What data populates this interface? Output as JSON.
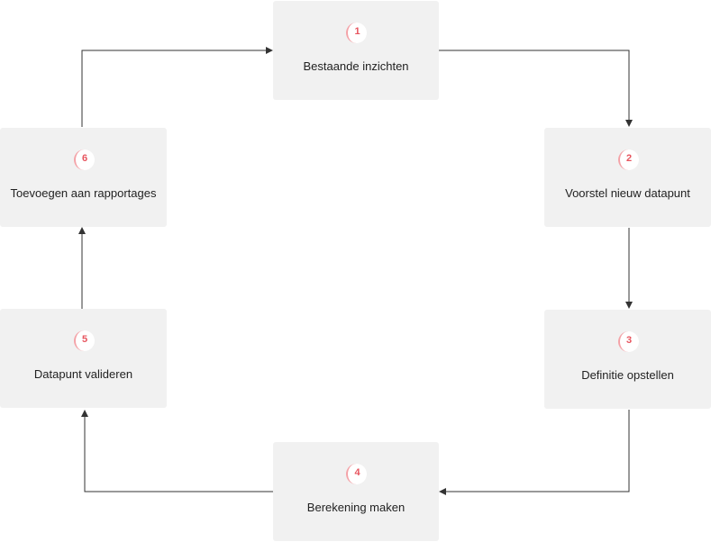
{
  "steps": [
    {
      "number": "1",
      "label": "Bestaande inzichten"
    },
    {
      "number": "2",
      "label": "Voorstel nieuw datapunt"
    },
    {
      "number": "3",
      "label": "Definitie opstellen"
    },
    {
      "number": "4",
      "label": "Berekening maken"
    },
    {
      "number": "5",
      "label": "Datapunt valideren"
    },
    {
      "number": "6",
      "label": "Toevoegen aan rapportages"
    }
  ],
  "colors": {
    "box_background": "#f1f1f1",
    "badge_text": "#e7545e",
    "badge_ring": "#f4a3a8",
    "label_text": "#222222",
    "connector": "#333333"
  }
}
